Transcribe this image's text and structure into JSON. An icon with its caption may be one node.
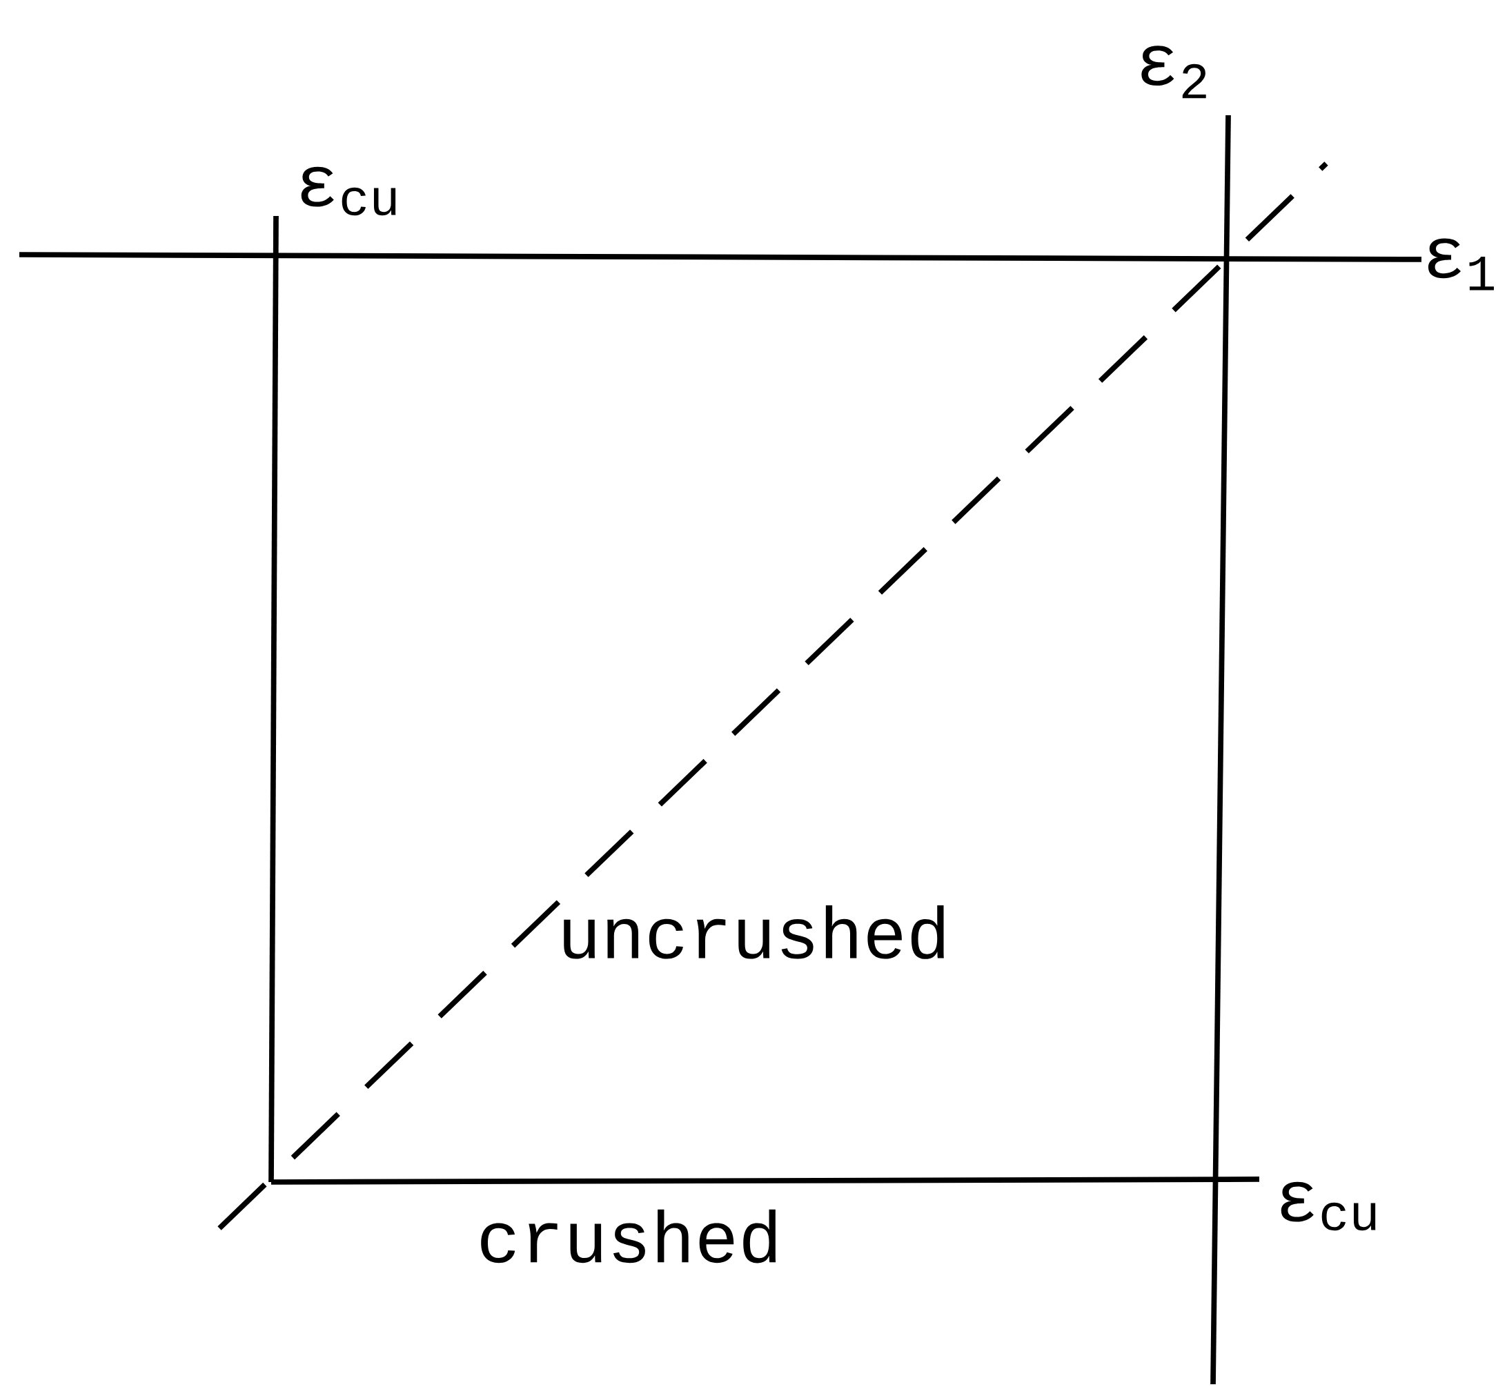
{
  "diagram": {
    "labels": [
      "ε$_{2}$",
      "ε$_{cu}$",
      "ε$_{1}$",
      "uncrushed",
      "ε$_{cu}$",
      "crushed"
    ]
  }
}
